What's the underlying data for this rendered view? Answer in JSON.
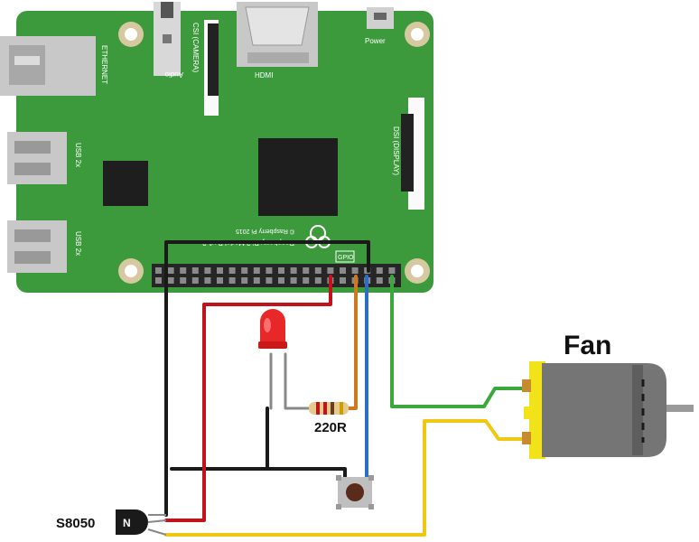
{
  "board": {
    "ethernet": "ETHERNET",
    "usb_top": "USB 2x",
    "usb_bottom": "USB 2x",
    "audio": "Audio",
    "csi": "CSI (CAMERA)",
    "hdmi": "HDMI",
    "power": "Power",
    "dsi": "DSI (DISPLAY)",
    "model": "Raspberry Pi 3 Model B v1.2",
    "copyright": "© Raspberry Pi 2015",
    "gpio": "GPIO"
  },
  "components": {
    "fan_label": "Fan",
    "resistor_label": "220R",
    "transistor_label": "S8050",
    "transistor_mark": "N"
  },
  "colors": {
    "board": "#3c9a3c",
    "wire_black": "#1a1a1a",
    "wire_red": "#c0141a",
    "wire_orange": "#d07820",
    "wire_blue": "#2a6fc4",
    "wire_green": "#3aa83a",
    "wire_yellow": "#f0c814"
  }
}
